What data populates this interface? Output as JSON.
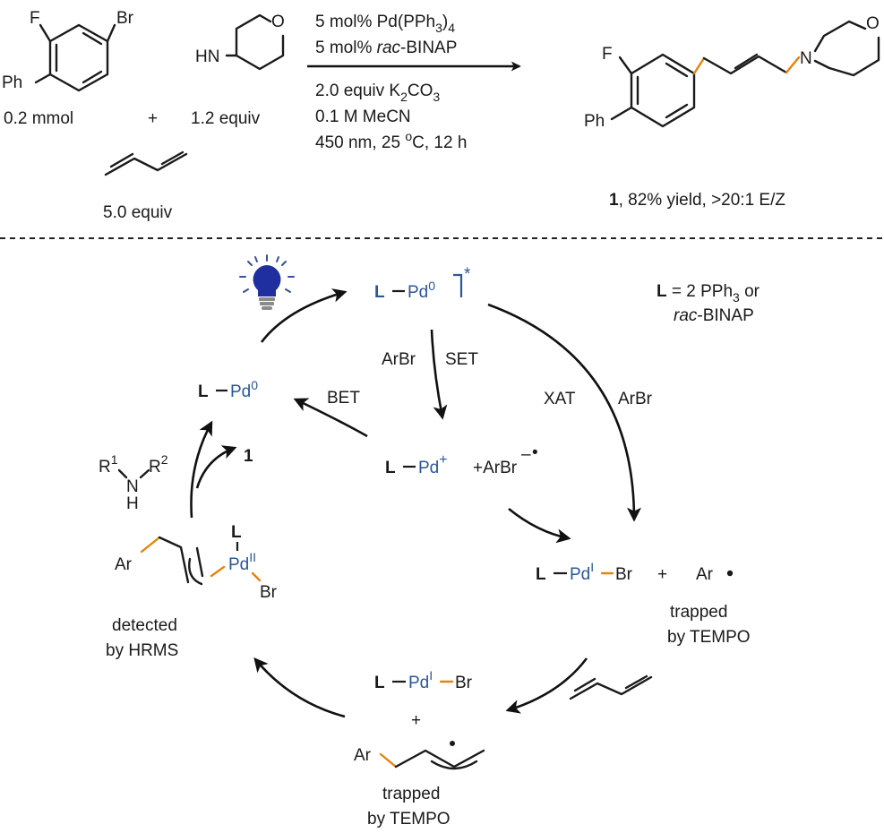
{
  "reactants": {
    "aryl_bromide": {
      "br": "Br",
      "f": "F",
      "ph": "Ph",
      "amount": "0.2 mmol"
    },
    "morpholine": {
      "o": "O",
      "hn": "HN",
      "amount": "1.2 equiv"
    },
    "plus": "+",
    "butadiene_amount": "5.0 equiv"
  },
  "conditions": {
    "line1_pre": "5 mol% Pd(PPh",
    "line1_sub": "3",
    "line1_post": ")",
    "line1_sub2": "4",
    "line2_pre": "5 mol% ",
    "line2_italic": "rac",
    "line2_post": "-BINAP",
    "line3_pre": "2.0 equiv K",
    "line3_sub1": "2",
    "line3_mid": "CO",
    "line3_sub2": "3",
    "line4": "0.1 M MeCN",
    "line5_pre": "450 nm, 25 ",
    "line5_sup": "o",
    "line5_post": "C, 12 h"
  },
  "product": {
    "f": "F",
    "ph": "Ph",
    "n": "N",
    "o": "O",
    "label_num": "1",
    "label_rest": ", 82% yield, >20:1 E/Z"
  },
  "ligand_note": {
    "l": "L",
    "eq": " = 2 PPh",
    "sub": "3",
    "or": " or",
    "rac": "rac",
    "binap": "-BINAP"
  },
  "cycle": {
    "excited": {
      "l": "L",
      "pd": "Pd",
      "sup": "0",
      "star": "*"
    },
    "ground": {
      "l": "L",
      "pd": "Pd",
      "sup": "0"
    },
    "cation": {
      "l": "L",
      "pd": "Pd",
      "sup": "+",
      "radical": "+ArBr",
      "minus": "–",
      "dot": "•"
    },
    "pd1": {
      "l": "L",
      "pd": "Pd",
      "sup": "I",
      "br": "Br",
      "plus": "+",
      "ar": "Ar"
    },
    "pd1_bottom": {
      "l": "L",
      "pd": "Pd",
      "sup": "I",
      "br": "Br",
      "plus": "+"
    },
    "pi_allyl": {
      "l": "L",
      "pd": "Pd",
      "sup": "II",
      "br": "Br",
      "ar": "Ar"
    },
    "allyl_radical_ar": "Ar",
    "amine": {
      "r1": "R",
      "r1sup": "1",
      "n": "N",
      "r2": "R",
      "r2sup": "2",
      "h": "H"
    },
    "product_num": "1",
    "labels": {
      "arbr_left": "ArBr",
      "set": "SET",
      "bet": "BET",
      "xat": "XAT",
      "arbr_right": "ArBr",
      "trapped1_a": "trapped",
      "trapped1_b": "by TEMPO",
      "detected_a": "detected",
      "detected_b": "by HRMS",
      "trapped2_a": "trapped",
      "trapped2_b": "by TEMPO"
    }
  }
}
